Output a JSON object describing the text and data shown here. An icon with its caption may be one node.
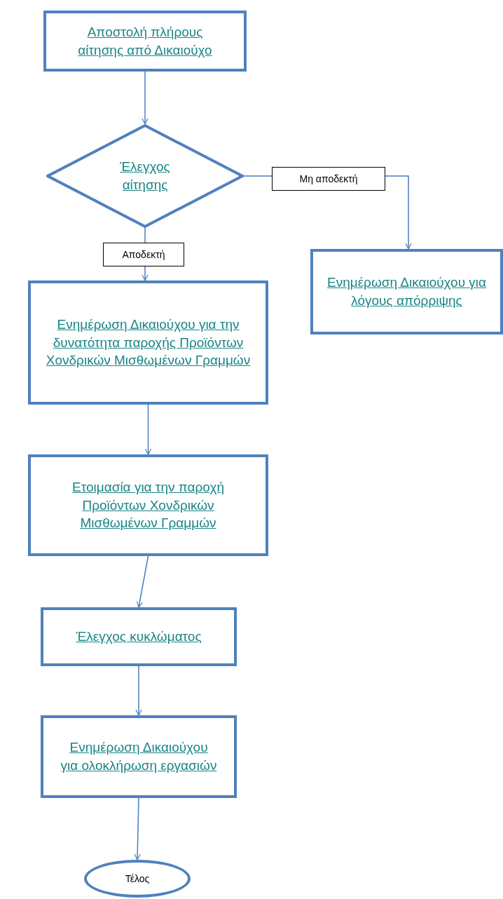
{
  "diagram": {
    "nodes": [
      {
        "text": [
          "Αποστολή πλήρους αίτησης από Δικαιούχο"
        ]
      },
      {
        "text": [
          "Έλεγχος αίτησης"
        ]
      },
      {
        "text": [
          "Ενημέρωση Δικαιούχου για λόγους απόρριψης"
        ]
      },
      {
        "text": [
          "Ενημέρωση Δικαιούχου για την δυνατότητα παροχής Προϊόντων Χονδρικών Μισθωμένων Γραμμών"
        ]
      },
      {
        "text": [
          "Ετοιμασία για την παροχή Προϊόντων Χονδρικών Μισθωμένων Γραμμών"
        ]
      },
      {
        "text": [
          "Έλεγχος κυκλώματος"
        ]
      },
      {
        "text": [
          "Ενημέρωση Δικαιούχου για ολοκλήρωση εργασιών"
        ]
      },
      {
        "text": [
          "Τέλος"
        ]
      }
    ],
    "edges": [
      {
        "from": 0,
        "to": 1,
        "arrow": "to"
      },
      {
        "from": 1,
        "to": 2,
        "arrow": "to",
        "label": "Μη αποδεκτή"
      },
      {
        "from": 1,
        "to": 3,
        "arrow": "to",
        "label": "Αποδεκτή"
      },
      {
        "from": 3,
        "to": 4,
        "arrow": "to"
      },
      {
        "from": 4,
        "to": 5,
        "arrow": "to"
      },
      {
        "from": 5,
        "to": 6,
        "arrow": "to"
      },
      {
        "from": 6,
        "to": 7,
        "arrow": "to"
      }
    ]
  }
}
